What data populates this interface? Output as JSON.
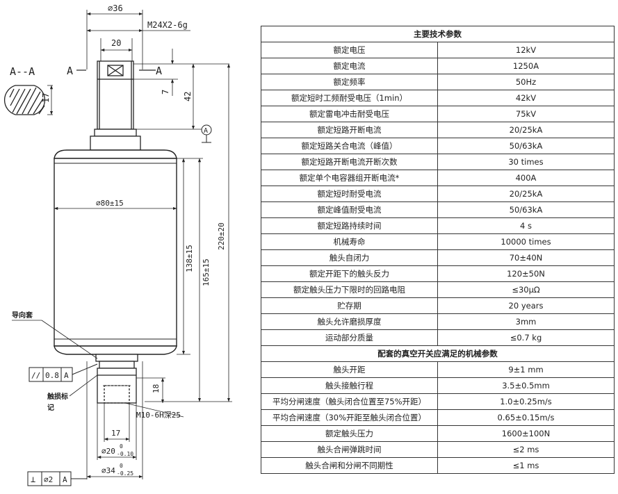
{
  "drawing": {
    "section_label": "A--A",
    "section_mark_left": "A",
    "section_mark_right": "A",
    "dim_width_17": "17",
    "dim_top_diameter": "⌀36",
    "thread_top": "M24X2-6g",
    "dim_20": "20",
    "dim_7": "7",
    "dim_42": "42",
    "datum_label": "A",
    "dim_body_diameter": "⌀80±15",
    "dim_138": "138±15",
    "dim_165": "165±15",
    "dim_220": "220±20",
    "callout_guide": "导向套",
    "callout_wear_1": "触损标",
    "callout_wear_2": "记",
    "tol_parallel": [
      "//",
      "0.8",
      "A"
    ],
    "dim_18": "18",
    "thread_bottom": "M10-6H深25",
    "dim_17_bottom": "17",
    "dim_d20": "⌀20",
    "dim_d20_tol_upper": "0",
    "dim_d20_tol_lower": "-0.10",
    "dim_d34": "⌀34",
    "dim_d34_tol_upper": "0",
    "dim_d34_tol_lower": "-0.25",
    "tol_perp": [
      "⊥",
      "⌀2",
      "A"
    ]
  },
  "table": {
    "title": "主要技术参数",
    "rows": [
      [
        "额定电压",
        "12kV"
      ],
      [
        "额定电流",
        "1250A"
      ],
      [
        "额定频率",
        "50Hz"
      ],
      [
        "额定短时工频耐受电压（1min）",
        "42kV"
      ],
      [
        "额定雷电冲击耐受电压",
        "75kV"
      ],
      [
        "额定短路开断电流",
        "20/25kA"
      ],
      [
        "额定短路关合电流（峰值）",
        "50/63kA"
      ],
      [
        "额定短路开断电流开断次数",
        "30 times"
      ],
      [
        "额定单个电容器组开断电流*",
        "400A"
      ],
      [
        "额定短时耐受电流",
        "20/25kA"
      ],
      [
        "额定峰值耐受电流",
        "50/63kA"
      ],
      [
        "额定短路持续时间",
        "4 s"
      ],
      [
        "机械寿命",
        "10000 times"
      ],
      [
        "触头自闭力",
        "70±40N"
      ],
      [
        "额定开距下的触头反力",
        "120±50N"
      ],
      [
        "额定触头压力下限时的回路电阻",
        "≤30μΩ"
      ],
      [
        "贮存期",
        "20 years"
      ],
      [
        "触头允许磨损厚度",
        "3mm"
      ],
      [
        "运动部分质量",
        "≤0.7 kg"
      ]
    ],
    "subtitle": "配套的真空开关应满足的机械参数",
    "rows2": [
      [
        "触头开距",
        "9±1 mm"
      ],
      [
        "触头接触行程",
        "3.5±0.5mm"
      ],
      [
        "平均分闸速度（触头闭合位置至75%开距）",
        "1.0±0.25m/s"
      ],
      [
        "平均合闸速度（30%开距至触头闭合位置）",
        "0.65±0.15m/s"
      ],
      [
        "额定触头压力",
        "1600±100N"
      ],
      [
        "触头合闸弹跳时间",
        "≤2 ms"
      ],
      [
        "触头合闸和分闸不同期性",
        "≤1 ms"
      ]
    ]
  }
}
